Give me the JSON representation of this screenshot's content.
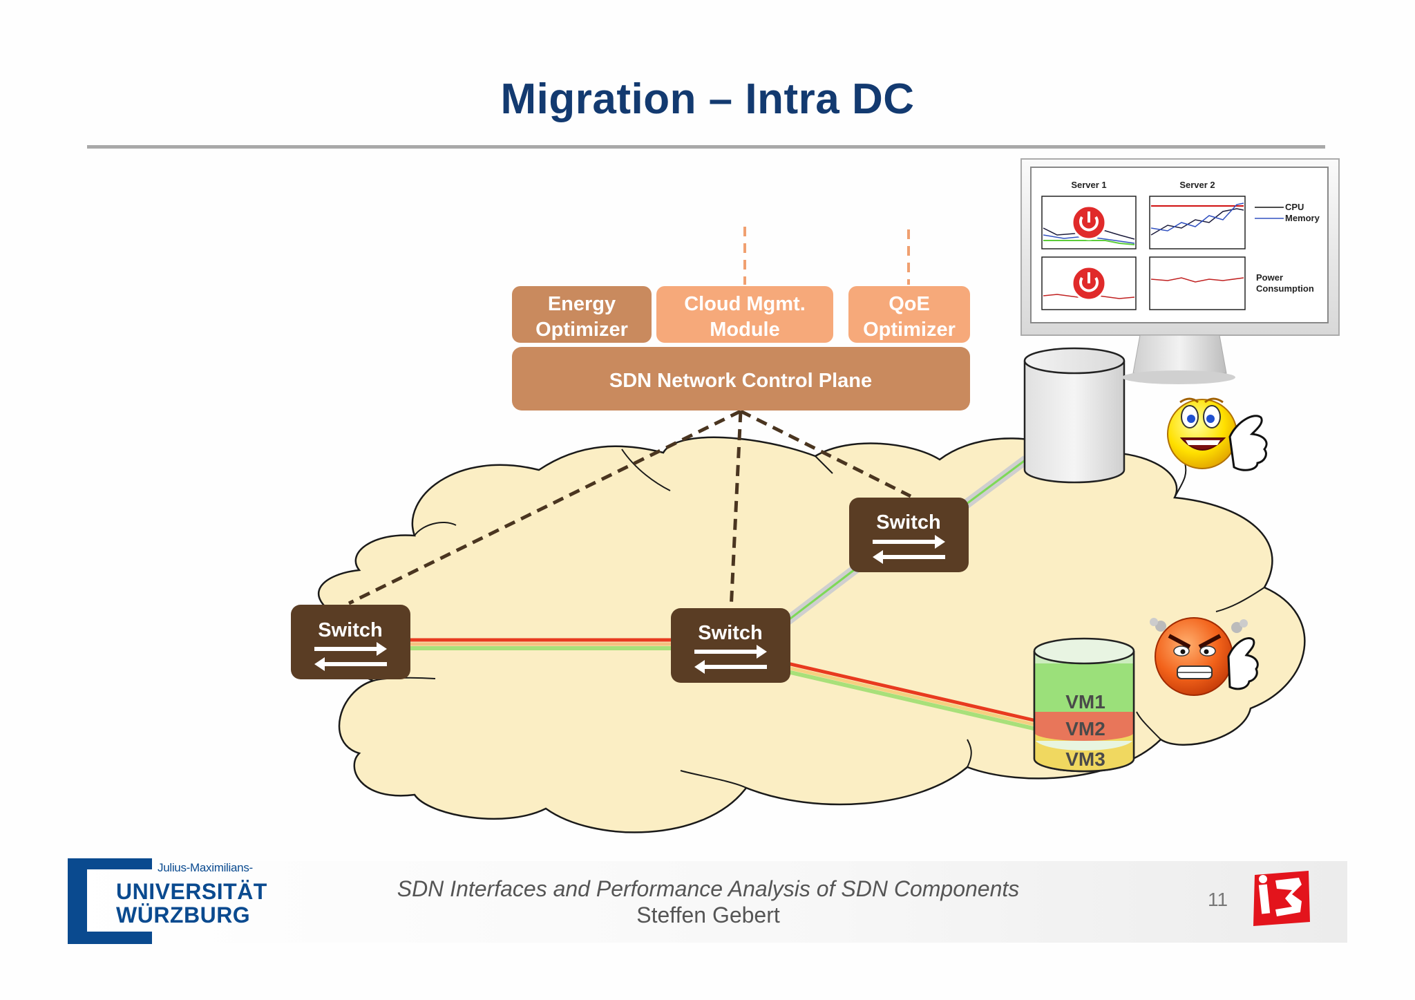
{
  "slide": {
    "title": "Migration – Intra DC",
    "page_number": "11"
  },
  "control": {
    "energy_optimizer": [
      "Energy",
      "Optimizer"
    ],
    "cloud_mgmt": [
      "Cloud Mgmt.",
      "Module"
    ],
    "qoe_optimizer": [
      "QoE",
      "Optimizer"
    ],
    "sdn_control_plane": "SDN Network Control Plane"
  },
  "switches": {
    "left": "Switch",
    "middle": "Switch",
    "top_right": "Switch"
  },
  "storage": {
    "vm1": "VM1",
    "vm2": "VM2",
    "vm3": "VM3"
  },
  "monitor": {
    "server1": "Server 1",
    "server2": "Server 2",
    "legend_cpu": "CPU",
    "legend_memory": "Memory",
    "legend_power": [
      "Power",
      "Consumption"
    ]
  },
  "footer": {
    "line1": "SDN Interfaces and Performance Analysis of SDN Components",
    "line2": "Steffen Gebert",
    "university_small": "Julius-Maximilians-",
    "university_line1": "UNIVERSITÄT",
    "university_line2": "WÜRZBURG"
  },
  "colors": {
    "title": "#133a70",
    "switch": "#5a3d24",
    "energy": "#c98a5e",
    "cloud_mgmt": "#f6a97a",
    "cloud": "#fbeec4",
    "university_blue": "#0a4a8f",
    "i3_red": "#e3141c"
  }
}
